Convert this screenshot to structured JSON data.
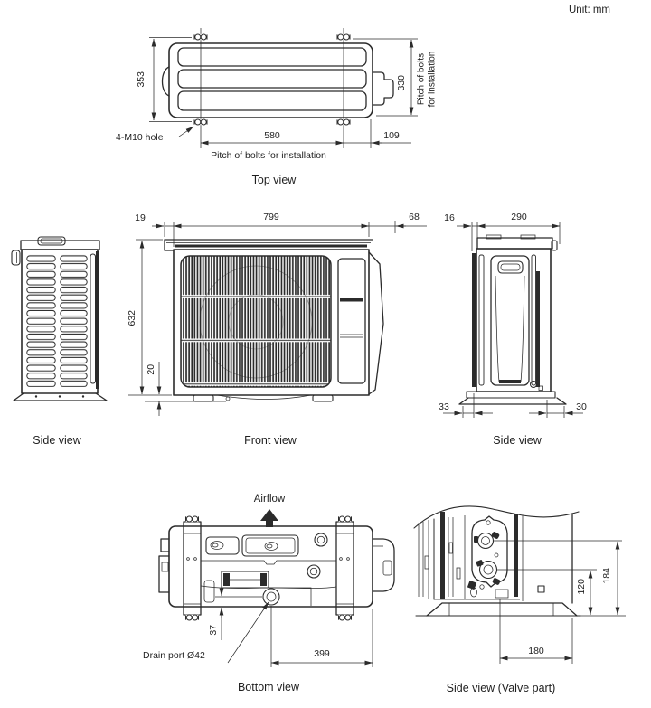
{
  "unit_note": "Unit: mm",
  "top_view": {
    "caption": "Top view",
    "hole_label": "4-M10 hole",
    "pitch_label": "Pitch of bolts for installation",
    "pitch_side_line1": "Pitch of bolts",
    "pitch_side_line2": "for installation",
    "dims": {
      "depth": "353",
      "bolt_pitch_depth": "330",
      "bolt_pitch_width": "580",
      "edge_offset": "109"
    }
  },
  "side_view_left": {
    "caption": "Side view"
  },
  "front_view": {
    "caption": "Front view",
    "dims": {
      "lip": "19",
      "width": "799",
      "side_gap": "68",
      "height": "632",
      "foot_height": "20"
    }
  },
  "side_view_right": {
    "caption": "Side view",
    "dims": {
      "front_gap": "16",
      "depth": "290",
      "front_offset": "33",
      "back_offset": "30"
    }
  },
  "bottom_view": {
    "caption": "Bottom view",
    "airflow_label": "Airflow",
    "drain_label": "Drain port Ø42",
    "dims": {
      "drain_offset": "37",
      "drain_pitch": "399"
    }
  },
  "valve_view": {
    "caption": "Side view (Valve part)",
    "dims": {
      "upper_valve": "184",
      "lower_valve": "120",
      "valve_depth": "180"
    }
  }
}
